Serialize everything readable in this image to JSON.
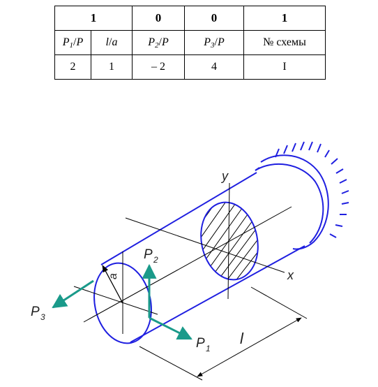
{
  "table": {
    "header": [
      "1",
      "0",
      "0",
      "1"
    ],
    "columns": [
      {
        "sym": "P",
        "sub": "1",
        "den": "P"
      },
      {
        "sym": "l",
        "sub": "",
        "den": "a"
      },
      {
        "sym": "P",
        "sub": "2",
        "den": "P"
      },
      {
        "sym": "P",
        "sub": "3",
        "den": "P"
      },
      {
        "label": "№ схемы"
      }
    ],
    "values": [
      "2",
      "1",
      "– 2",
      "4",
      "I"
    ]
  },
  "diagram": {
    "labels": {
      "y": "y",
      "x": "x",
      "a": "a",
      "l": "l",
      "p1_sym": "P",
      "p1_sub": "1",
      "p2_sym": "P",
      "p2_sub": "2",
      "p3_sym": "P",
      "p3_sub": "3"
    },
    "colors": {
      "beam": "#1f1fe0",
      "force": "#1a9a8a",
      "line": "#000000"
    }
  }
}
